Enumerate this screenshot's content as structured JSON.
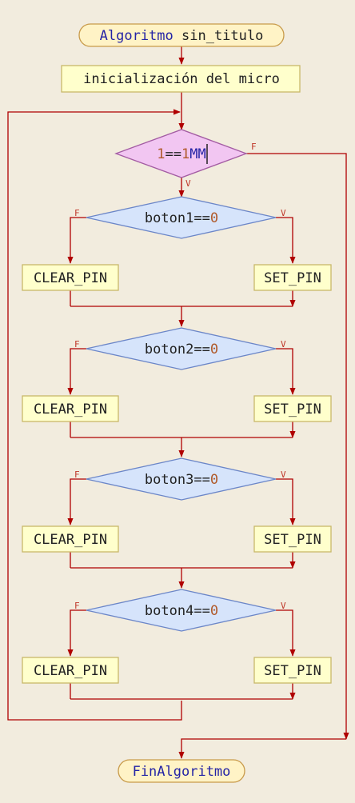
{
  "colors": {
    "background": "#f2ecde",
    "connector": "#b00000",
    "process_fill": "#ffffcc",
    "process_stroke": "#c8b86a",
    "terminal_fill": "#fff3c6",
    "terminal_stroke": "#c89a4a",
    "decision_fill": "#d6e4fb",
    "decision_stroke": "#6b86c8",
    "main_decision_fill": "#f2c6f2",
    "main_decision_stroke": "#a35ca3",
    "keyword": "#2424a6",
    "text": "#222222",
    "number": "#b05a2a",
    "flag": "#c0392b"
  },
  "start": {
    "keyword": "Algoritmo",
    "name": " sin_titulo"
  },
  "init": {
    "label": "inicialización del micro"
  },
  "loop": {
    "cond_num1": "1",
    "cond_op": "==",
    "cond_num2": "1",
    "cond_tail": "MM",
    "true_flag": "V",
    "false_flag": "F"
  },
  "buttons": [
    {
      "var": "boton1",
      "op": "==",
      "num": "0",
      "false_flag": "F",
      "true_flag": "V",
      "false_action": "CLEAR_PIN",
      "true_action": "SET_PIN"
    },
    {
      "var": "boton2",
      "op": "==",
      "num": "0",
      "false_flag": "F",
      "true_flag": "V",
      "false_action": "CLEAR_PIN",
      "true_action": "SET_PIN"
    },
    {
      "var": "boton3",
      "op": "==",
      "num": "0",
      "false_flag": "F",
      "true_flag": "V",
      "false_action": "CLEAR_PIN",
      "true_action": "SET_PIN"
    },
    {
      "var": "boton4",
      "op": "==",
      "num": "0",
      "false_flag": "F",
      "true_flag": "V",
      "false_action": "CLEAR_PIN",
      "true_action": "SET_PIN"
    }
  ],
  "end": {
    "label": "FinAlgoritmo"
  }
}
